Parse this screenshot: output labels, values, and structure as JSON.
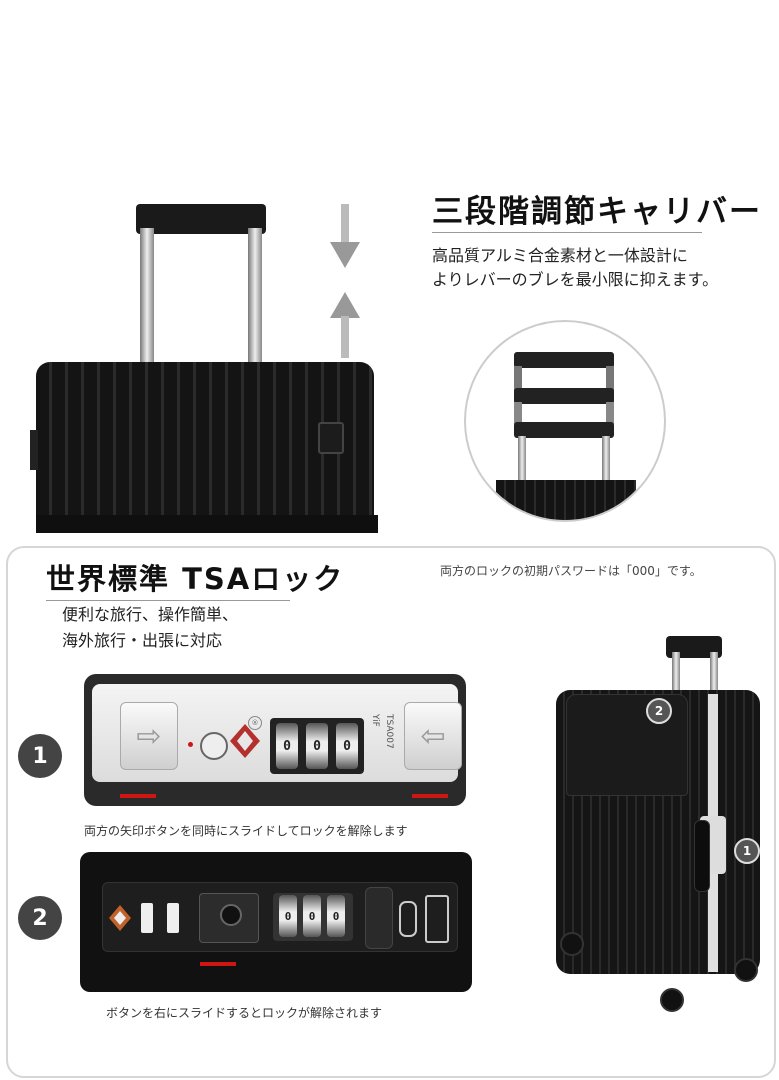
{
  "section1": {
    "title": "三段階調節キャリバー",
    "desc_line1": "高品質アルミ合金素材と一体設計に",
    "desc_line2": "よりレバーのブレを最小限に抑えます。"
  },
  "section2": {
    "title": "世界標準 TSAロック",
    "desc_line1": "便利な旅行、操作簡単、",
    "desc_line2": "海外旅行・出張に対応",
    "password_note": "両方のロックの初期パスワードは「000」です。"
  },
  "step1": {
    "number": "1",
    "combo": [
      "0",
      "0",
      "0"
    ],
    "lock_code": "TSA007",
    "lock_brand": "YiF",
    "caption": "両方の矢印ボタンを同時にスライドしてロックを解除します"
  },
  "step2": {
    "number": "2",
    "combo": [
      "0",
      "0",
      "0"
    ],
    "caption": "ボタンを右にスライドするとロックが解除されます"
  },
  "suitcase_badges": [
    "2",
    "1"
  ],
  "colors": {
    "accent_red": "#d01515",
    "case_black": "#141414",
    "badge_gray": "#444444"
  }
}
